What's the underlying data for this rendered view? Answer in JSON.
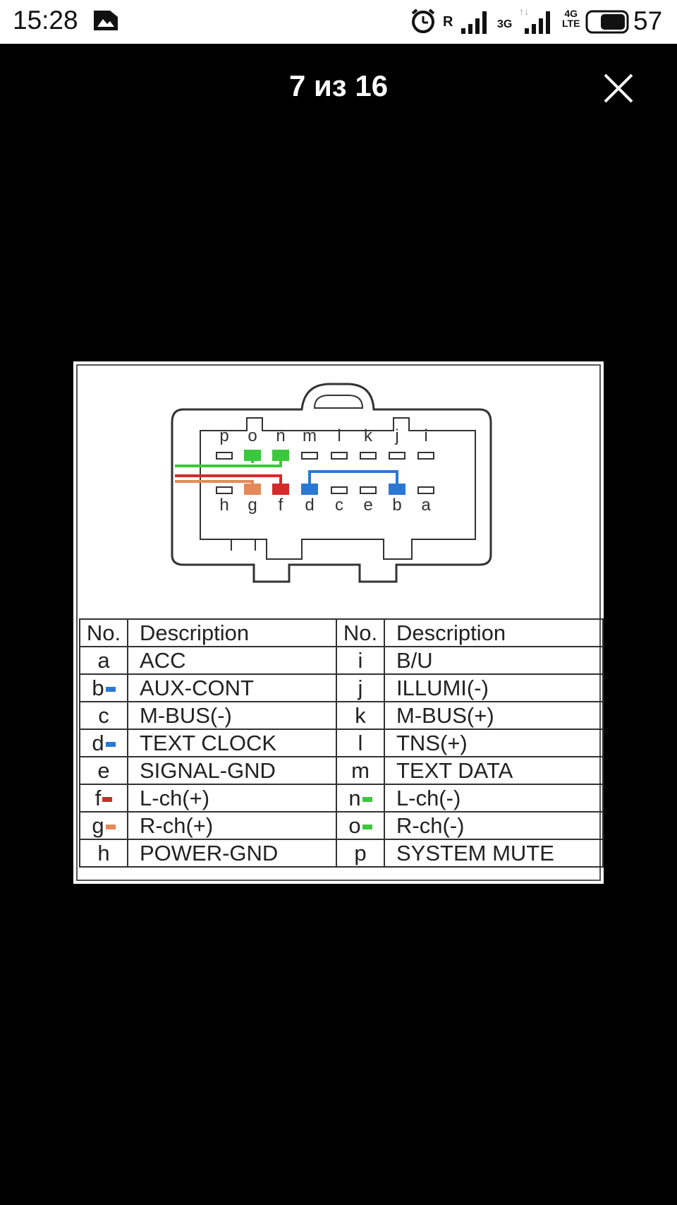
{
  "status_bar": {
    "time": "15:28",
    "roaming": "R",
    "network_3g": "3G",
    "network_4g_top": "4G",
    "network_4g_bottom": "LTE",
    "battery_percent": "57"
  },
  "viewer": {
    "counter": "7 из 16"
  },
  "diagram": {
    "top_row_pins": [
      "p",
      "o",
      "n",
      "m",
      "l",
      "k",
      "j",
      "i"
    ],
    "bottom_row_pins": [
      "h",
      "g",
      "f",
      "d",
      "c",
      "e",
      "b",
      "a"
    ],
    "colors": {
      "green": "#3cc83c",
      "red": "#d42a2a",
      "blue": "#2a78d4",
      "orange": "#e38a5a"
    }
  },
  "pin_table": {
    "header": {
      "no": "No.",
      "description": "Description",
      "no2": "No.",
      "description2": "Description"
    },
    "rows": [
      {
        "no": "a",
        "desc": "ACC",
        "mark": "",
        "no2": "i",
        "desc2": "B/U",
        "mark2": ""
      },
      {
        "no": "b",
        "desc": "AUX-CONT",
        "mark": "blue",
        "no2": "j",
        "desc2": "ILLUMI(-)",
        "mark2": ""
      },
      {
        "no": "c",
        "desc": "M-BUS(-)",
        "mark": "",
        "no2": "k",
        "desc2": "M-BUS(+)",
        "mark2": ""
      },
      {
        "no": "d",
        "desc": "TEXT CLOCK",
        "mark": "blue",
        "no2": "l",
        "desc2": "TNS(+)",
        "mark2": ""
      },
      {
        "no": "e",
        "desc": "SIGNAL-GND",
        "mark": "",
        "no2": "m",
        "desc2": "TEXT DATA",
        "mark2": ""
      },
      {
        "no": "f",
        "desc": "L-ch(+)",
        "mark": "red",
        "no2": "n",
        "desc2": "L-ch(-)",
        "mark2": "green"
      },
      {
        "no": "g",
        "desc": "R-ch(+)",
        "mark": "orange",
        "no2": "o",
        "desc2": "R-ch(-)",
        "mark2": "green"
      },
      {
        "no": "h",
        "desc": "POWER-GND",
        "mark": "",
        "no2": "p",
        "desc2": "SYSTEM MUTE",
        "mark2": ""
      }
    ]
  }
}
